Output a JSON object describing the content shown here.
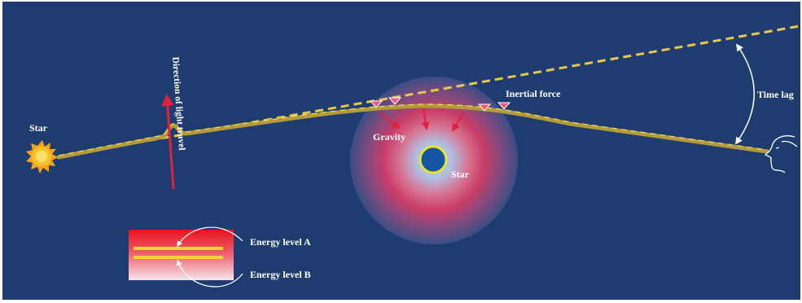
{
  "colors": {
    "background": "#1e3c6f",
    "light_path": "#b39a3c",
    "straight_path": "#e8c84a",
    "arrow_red": "#e0213b",
    "star_core": "#1554a3",
    "star_ring": "#e6e32a",
    "label": "#ffffff"
  },
  "labels": {
    "source_star": "Star",
    "direction": "Direction of light travel",
    "inertial_force": "Inertial force",
    "gravity": "Gravity",
    "central_star": "Star",
    "time_lag": "Time lag",
    "energy_a": "Energy  level  A",
    "energy_b": "Energy  level  B"
  },
  "icons": {
    "source_star": "sun-icon",
    "observer": "observer-face-icon"
  }
}
